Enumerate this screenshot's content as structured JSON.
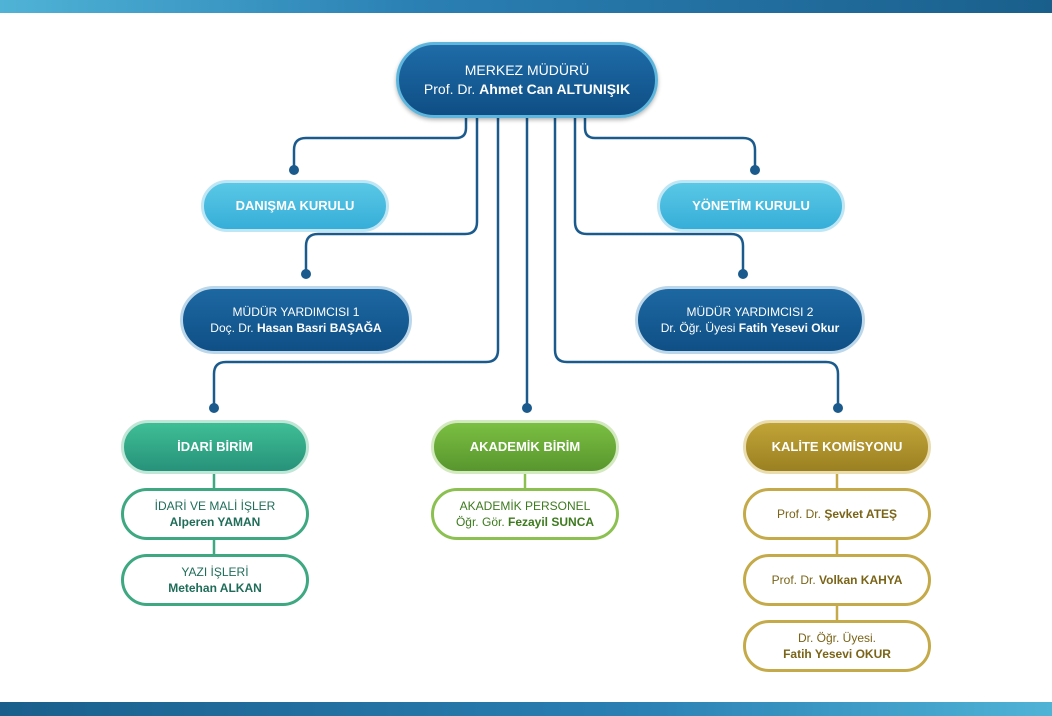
{
  "root": {
    "line1": "MERKEZ MÜDÜRÜ",
    "title": "Prof. Dr.",
    "name": "Ahmet Can ALTUNIŞIK"
  },
  "boards": {
    "advisory": "DANIŞMA KURULU",
    "management": "YÖNETİM KURULU"
  },
  "deputies": [
    {
      "role": "MÜDÜR YARDIMCISI 1",
      "title": "Doç. Dr.",
      "name": "Hasan Basri BAŞAĞA"
    },
    {
      "role": "MÜDÜR YARDIMCISI 2",
      "title": "Dr. Öğr. Üyesi",
      "name": "Fatih Yesevi Okur"
    }
  ],
  "units": {
    "admin": {
      "label": "İDARİ BİRİM",
      "members": [
        {
          "role": "İDARİ VE MALİ İŞLER",
          "name": "Alperen YAMAN"
        },
        {
          "role": "YAZI İŞLERİ",
          "name": "Metehan ALKAN"
        }
      ]
    },
    "academic": {
      "label": "AKADEMİK BİRİM",
      "members": [
        {
          "role": "AKADEMİK PERSONEL",
          "title": "Öğr. Gör.",
          "name": "Fezayil SUNCA"
        }
      ]
    },
    "quality": {
      "label": "KALİTE KOMİSYONU",
      "members": [
        {
          "title": "Prof. Dr.",
          "name": "Şevket ATEŞ"
        },
        {
          "title": "Prof. Dr.",
          "name": "Volkan KAHYA"
        },
        {
          "title": "Dr. Öğr. Üyesi.",
          "name": "Fatih Yesevi OKUR"
        }
      ]
    }
  },
  "colors": {
    "connector": "#1a5a8c",
    "root": "#15599a",
    "board": "#45bde0",
    "deputy": "#155c97",
    "admin": "#2fa887",
    "academic": "#6aae37",
    "quality": "#b0952c"
  }
}
